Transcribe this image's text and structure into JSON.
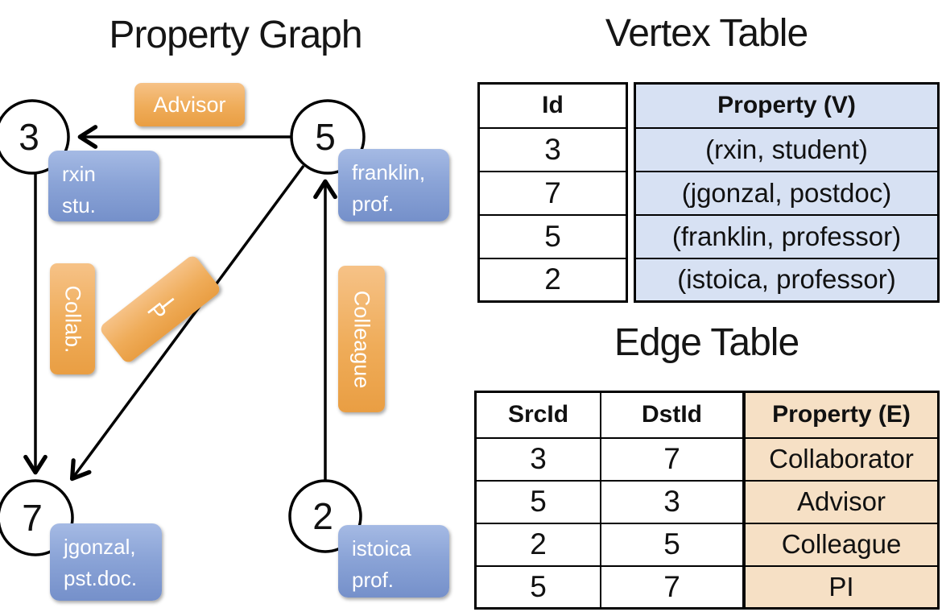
{
  "titles": {
    "graph": "Property Graph",
    "vertex": "Vertex Table",
    "edge": "Edge Table"
  },
  "graph": {
    "vertices": [
      {
        "id": "3",
        "line1": "rxin",
        "line2": "stu."
      },
      {
        "id": "5",
        "line1": "franklin,",
        "line2": "prof."
      },
      {
        "id": "7",
        "line1": "jgonzal,",
        "line2": "pst.doc."
      },
      {
        "id": "2",
        "line1": "istoica",
        "line2": "prof."
      }
    ],
    "edges": [
      {
        "src": "5",
        "dst": "3",
        "label": "Advisor"
      },
      {
        "src": "3",
        "dst": "7",
        "label": "Collab."
      },
      {
        "src": "5",
        "dst": "7",
        "label": "PI"
      },
      {
        "src": "2",
        "dst": "5",
        "label": "Colleague"
      }
    ],
    "edge_labels": {
      "advisor": "Advisor",
      "collab": "Collab.",
      "colleague": "Colleague",
      "pi": {
        "letters": [
          "P",
          "I"
        ]
      }
    }
  },
  "vertex_table": {
    "columns": [
      "Id",
      "Property (V)"
    ],
    "rows": [
      [
        "3",
        "(rxin, student)"
      ],
      [
        "7",
        "(jgonzal, postdoc)"
      ],
      [
        "5",
        "(franklin, professor)"
      ],
      [
        "2",
        "(istoica, professor)"
      ]
    ]
  },
  "edge_table": {
    "columns": [
      "SrcId",
      "DstId",
      "Property (E)"
    ],
    "rows": [
      [
        "3",
        "7",
        "Collaborator"
      ],
      [
        "5",
        "3",
        "Advisor"
      ],
      [
        "2",
        "5",
        "Colleague"
      ],
      [
        "5",
        "7",
        "PI"
      ]
    ]
  },
  "colors": {
    "edge_label_orange": "#EFA953",
    "vertex_property_blue": "#8BA4D7",
    "vertex_table_cell_bg": "#D7E1F3",
    "edge_table_cell_bg": "#F6E0C5",
    "line_black": "#000000"
  }
}
